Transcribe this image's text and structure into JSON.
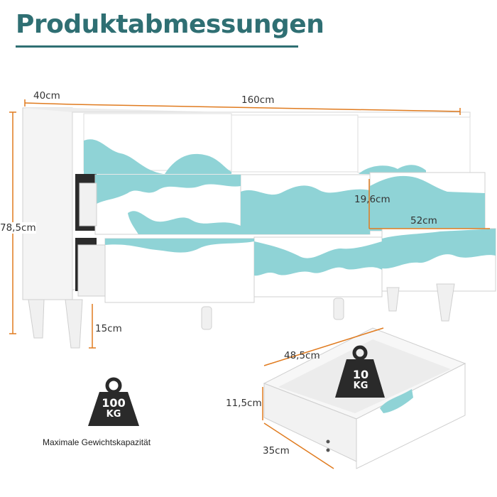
{
  "title": "Produktabmessungen",
  "dimensions": {
    "depth": "40cm",
    "width": "160cm",
    "height": "78,5cm",
    "drawer_front_height": "19,6cm",
    "drawer_front_width": "52cm",
    "leg_height": "15cm",
    "drawer_width": "48,5cm",
    "drawer_height": "11,5cm",
    "drawer_depth": "35cm"
  },
  "weights": {
    "total_value": "100",
    "total_unit": "KG",
    "drawer_value": "10",
    "drawer_unit": "KG"
  },
  "caption": "Maximale Gewichtskapazität",
  "colors": {
    "title": "#2f6f73",
    "dimension_lines": "#e07b1f",
    "wave": "#8fd3d6",
    "weight_icon": "#2a2a2a"
  }
}
